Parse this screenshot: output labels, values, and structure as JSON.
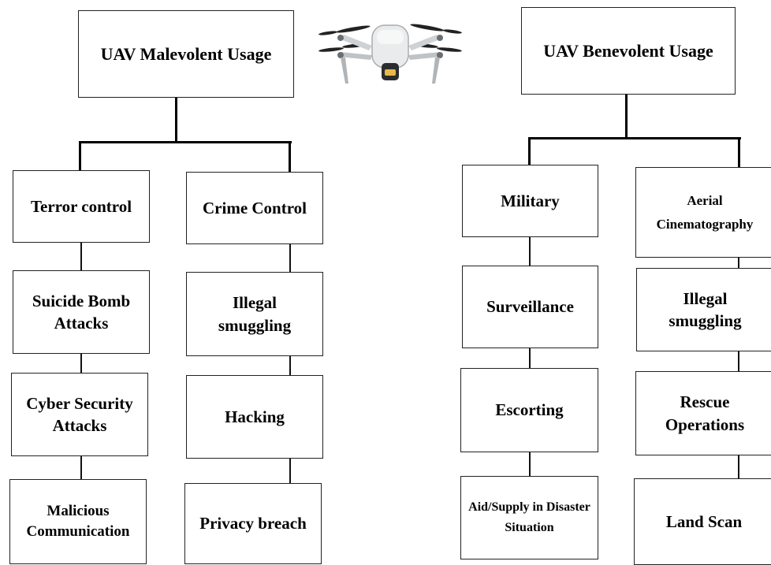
{
  "malevolent": {
    "title": "UAV Malevolent Usage",
    "terror": {
      "heading": "Terror control",
      "items": [
        "Suicide Bomb Attacks",
        "Cyber Security Attacks",
        "Malicious Communication"
      ]
    },
    "crime": {
      "heading": "Crime Control",
      "items": [
        "Illegal smuggling",
        "Hacking",
        "Privacy breach"
      ]
    }
  },
  "benevolent": {
    "title": "UAV Benevolent Usage",
    "military": {
      "heading": "Military",
      "items": [
        "Surveillance",
        "Escorting",
        "Aid/Supply in Disaster Situation"
      ]
    },
    "aerial": {
      "heading": "Aerial Cinematography",
      "items": [
        "Illegal smuggling",
        "Rescue Operations",
        "Land Scan"
      ]
    }
  }
}
